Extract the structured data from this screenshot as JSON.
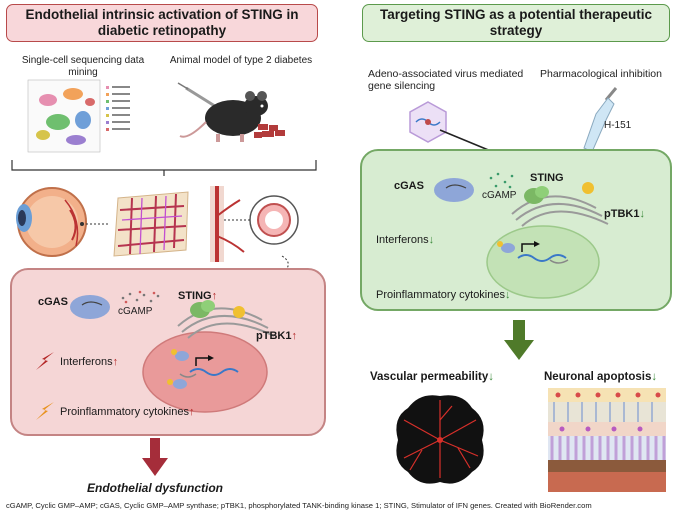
{
  "left": {
    "title": "Endothelial intrinsic activation of STING in diabetic retinopathy",
    "panel1_label": "Single-cell sequencing data mining",
    "panel2_label": "Animal model of type 2 diabetes",
    "cell": {
      "cgas": "cGAS",
      "cgamp": "cGAMP",
      "sting": "STING",
      "ptbk1": "pTBK1",
      "interferons": "Interferons",
      "cytokines": "Proinflammatory cytokines",
      "up_arrow": "↑"
    },
    "outcome": "Endothelial dysfunction"
  },
  "right": {
    "title": "Targeting STING as a potential therapeutic strategy",
    "aav_label": "Adeno-associated virus mediated gene silencing",
    "pharm_label": "Pharmacological inhibition",
    "drug": "H-151",
    "cell": {
      "cgas": "cGAS",
      "cgamp": "cGAMP",
      "sting": "STING",
      "ptbk1": "pTBK1",
      "interferons": "Interferons",
      "cytokines": "Proinflammatory cytokines",
      "down_arrow": "↓"
    },
    "outcome1": "Vascular permeability",
    "outcome2": "Neuronal apoptosis"
  },
  "caption": "cGAMP, Cyclic GMP–AMP; cGAS, Cyclic GMP–AMP synthase; pTBK1, phosphorylated TANK-binding kinase 1; STING, Stimulator of IFN genes. Created with BioRender.com",
  "colors": {
    "left_accent": "#b84a4a",
    "right_accent": "#5c9a4c",
    "up_arrow": "#b52a2a",
    "down_arrow": "#3d8b3d"
  }
}
